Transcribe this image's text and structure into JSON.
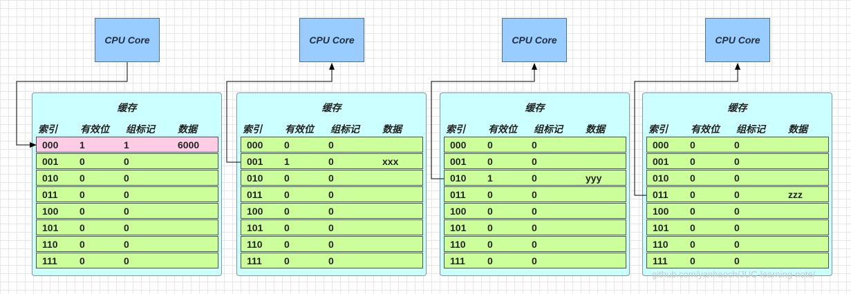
{
  "cpu_label": "CPU Core",
  "cache_title": "缓存",
  "headers": [
    "索引",
    "有效位",
    "组标记",
    "数据"
  ],
  "caches": [
    {
      "rows": [
        [
          "000",
          "1",
          "1",
          "6000"
        ],
        [
          "001",
          "0",
          "0",
          ""
        ],
        [
          "010",
          "0",
          "0",
          ""
        ],
        [
          "011",
          "0",
          "0",
          ""
        ],
        [
          "100",
          "0",
          "0",
          ""
        ],
        [
          "101",
          "0",
          "0",
          ""
        ],
        [
          "110",
          "0",
          "0",
          ""
        ],
        [
          "111",
          "0",
          "0",
          ""
        ]
      ],
      "highlight_row": 0
    },
    {
      "rows": [
        [
          "000",
          "0",
          "0",
          ""
        ],
        [
          "001",
          "1",
          "0",
          "xxx"
        ],
        [
          "010",
          "0",
          "0",
          ""
        ],
        [
          "011",
          "0",
          "0",
          ""
        ],
        [
          "100",
          "0",
          "0",
          ""
        ],
        [
          "101",
          "0",
          "0",
          ""
        ],
        [
          "110",
          "0",
          "0",
          ""
        ],
        [
          "111",
          "0",
          "0",
          ""
        ]
      ],
      "highlight_row": null
    },
    {
      "rows": [
        [
          "000",
          "0",
          "0",
          ""
        ],
        [
          "001",
          "0",
          "0",
          ""
        ],
        [
          "010",
          "1",
          "0",
          "yyy"
        ],
        [
          "011",
          "0",
          "0",
          ""
        ],
        [
          "100",
          "0",
          "0",
          ""
        ],
        [
          "101",
          "0",
          "0",
          ""
        ],
        [
          "110",
          "0",
          "0",
          ""
        ],
        [
          "111",
          "0",
          "0",
          ""
        ]
      ],
      "highlight_row": null
    },
    {
      "rows": [
        [
          "000",
          "0",
          "0",
          ""
        ],
        [
          "001",
          "0",
          "0",
          ""
        ],
        [
          "010",
          "0",
          "0",
          ""
        ],
        [
          "011",
          "0",
          "0",
          "zzz"
        ],
        [
          "100",
          "0",
          "0",
          ""
        ],
        [
          "101",
          "0",
          "0",
          ""
        ],
        [
          "110",
          "0",
          "0",
          ""
        ],
        [
          "111",
          "0",
          "0",
          ""
        ]
      ],
      "highlight_row": null
    }
  ],
  "watermark": "github.com/yanhaoch/JUC-learning-note/",
  "colors": {
    "cpu_fill": "#99ccff",
    "cache_fill": "#ccffff",
    "row_fill": "#ccff99",
    "row_highlight": "#ffcce6"
  }
}
